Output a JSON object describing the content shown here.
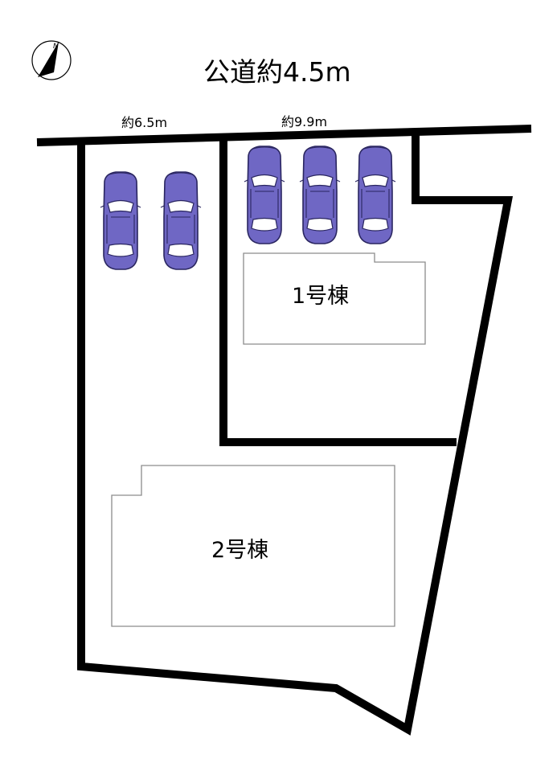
{
  "road": {
    "label": "公道約4.5m"
  },
  "frontage": [
    {
      "label": "約6.5m"
    },
    {
      "label": "約9.9m"
    }
  ],
  "buildings": [
    {
      "label": "1号棟"
    },
    {
      "label": "2号棟"
    }
  ],
  "compass": {
    "label": "N",
    "icon": "north-arrow-icon"
  },
  "colors": {
    "boundary": "#000000",
    "car": "#6f67c4",
    "building_outline": "#8c8c8c"
  }
}
